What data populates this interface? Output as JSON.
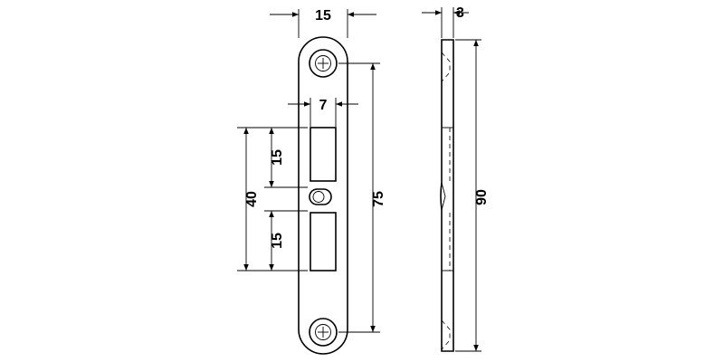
{
  "dimensions": {
    "plate_width": "15",
    "slot_width": "7",
    "thickness": "3",
    "slot_upper_height": "15",
    "slot_lower_height": "15",
    "slots_span": "40",
    "hole_spacing": "75",
    "overall_length": "90"
  }
}
